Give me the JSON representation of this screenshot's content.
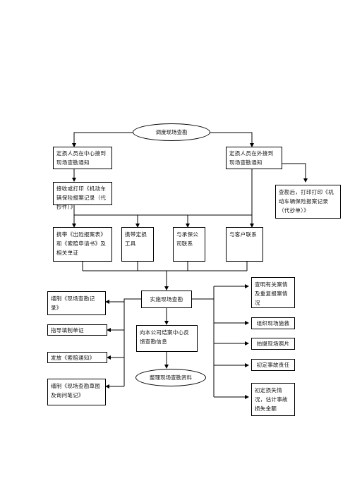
{
  "flowchart": {
    "start": "调度现场查勘",
    "branch_center": "定损人员在中心接到现场查勘通知",
    "branch_outside": "定损人员在外接到现场查勘通知",
    "receive_print": "接收或打印《机动车辆保险报案记录（代抄件）》",
    "after_survey_print": "查勘后，打印打印《机动车辆保险报案记录（代抄单）》",
    "carry_forms": "携带《出险报案表》和《索赔申请书》及相关单证",
    "carry_tools": "携带定损工具",
    "contact_insurer": "与承保公司联系",
    "contact_customer": "与客户联系",
    "implement_survey": "实施现场查勘",
    "make_record": "缮制《现场查勘记录》",
    "guide_form": "指导填制单证",
    "issue_notice": "发放《索赔通知》",
    "make_sketch": "缮制《现场查勘草图及询问笔记》",
    "report_center": "向本公司结案中心反馈查勘信息",
    "organize_data": "整理现场查勘资料",
    "check_repeat": "查明有关案情及重复报案情况",
    "organize_rescue": "组织现场施救",
    "take_photos": "拍摄现场照片",
    "determine_liability": "初定事故责任",
    "estimate_loss": "初定损失情况，估计事故损失金额"
  }
}
